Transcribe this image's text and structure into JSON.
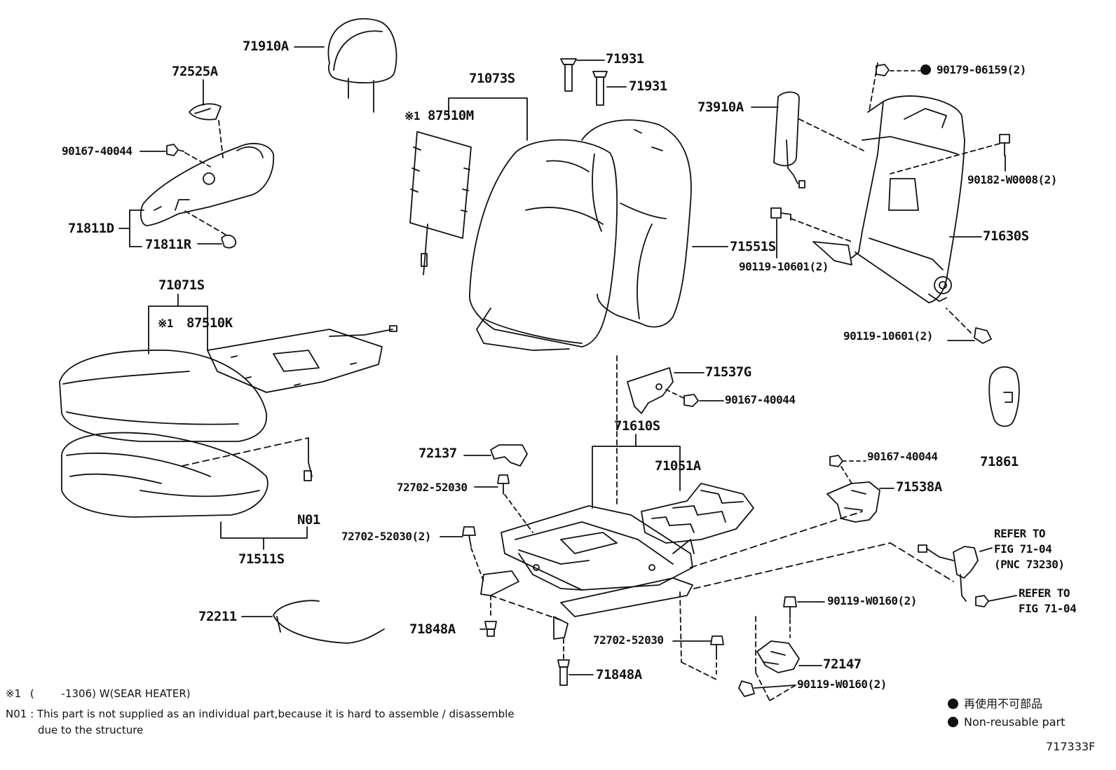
{
  "labels": {
    "headrest": "71910A",
    "headrest_guide_1": "71931",
    "headrest_guide_2": "71931",
    "back_assy": "71073S",
    "back_heater": "87510M",
    "back_heater_mark": "※1",
    "back_cover": "71551S",
    "back_pad": "73910A",
    "back_frame": "71630S",
    "nut_90179": "90179-06159(2)",
    "bolt_90182": "90182-W0008(2)",
    "bolt_90119_a": "90119-10601(2)",
    "bolt_90119_b": "90119-10601(2)",
    "shield_cover": "72525A",
    "screw_top": "90167-40044",
    "shield_assy": "71811D",
    "shield_clip": "71811R",
    "cushion_assy": "71071S",
    "cushion_heater_mark": "※1",
    "cushion_heater": "87510K",
    "cushion_pad": "71511S",
    "n01": "N01",
    "wire_72211": "72211",
    "cover_71537G": "71537G",
    "screw_mid": "90167-40044",
    "adjuster_assy": "71610S",
    "spring_71051A": "71051A",
    "cover_72137": "72137",
    "bolt_72702_a": "72702-52030",
    "bolt_72702_b": "72702-52030(2)",
    "screw_right": "90167-40044",
    "cover_71538A": "71538A",
    "knob_71861": "71861",
    "refer_1": [
      "REFER TO",
      "FIG 71-04",
      "(PNC 73230)"
    ],
    "refer_2": [
      "REFER TO",
      "FIG 71-04"
    ],
    "bolt_w0160_a": "90119-W0160(2)",
    "bracket_72147": "72147",
    "bolt_w0160_b": "90119-W0160(2)",
    "bolt_72702_c": "72702-52030",
    "cap_71848A_a": "71848A",
    "cap_71848A_b": "71848A",
    "figure_id": "717333F"
  },
  "notes": {
    "note1_mark": "※1",
    "note1_paren": "(",
    "note1_text": "-1306) W(SEAR HEATER)",
    "n01_key": "N01 :",
    "n01_line1": "This part is not supplied as an individual part,because it is hard to assemble / disassemble",
    "n01_line2": "due to the structure"
  },
  "legend": {
    "jp": "再使用不可部品",
    "en": "Non-reusable part"
  },
  "colors": {
    "ink": "#111111",
    "background": "#ffffff"
  }
}
